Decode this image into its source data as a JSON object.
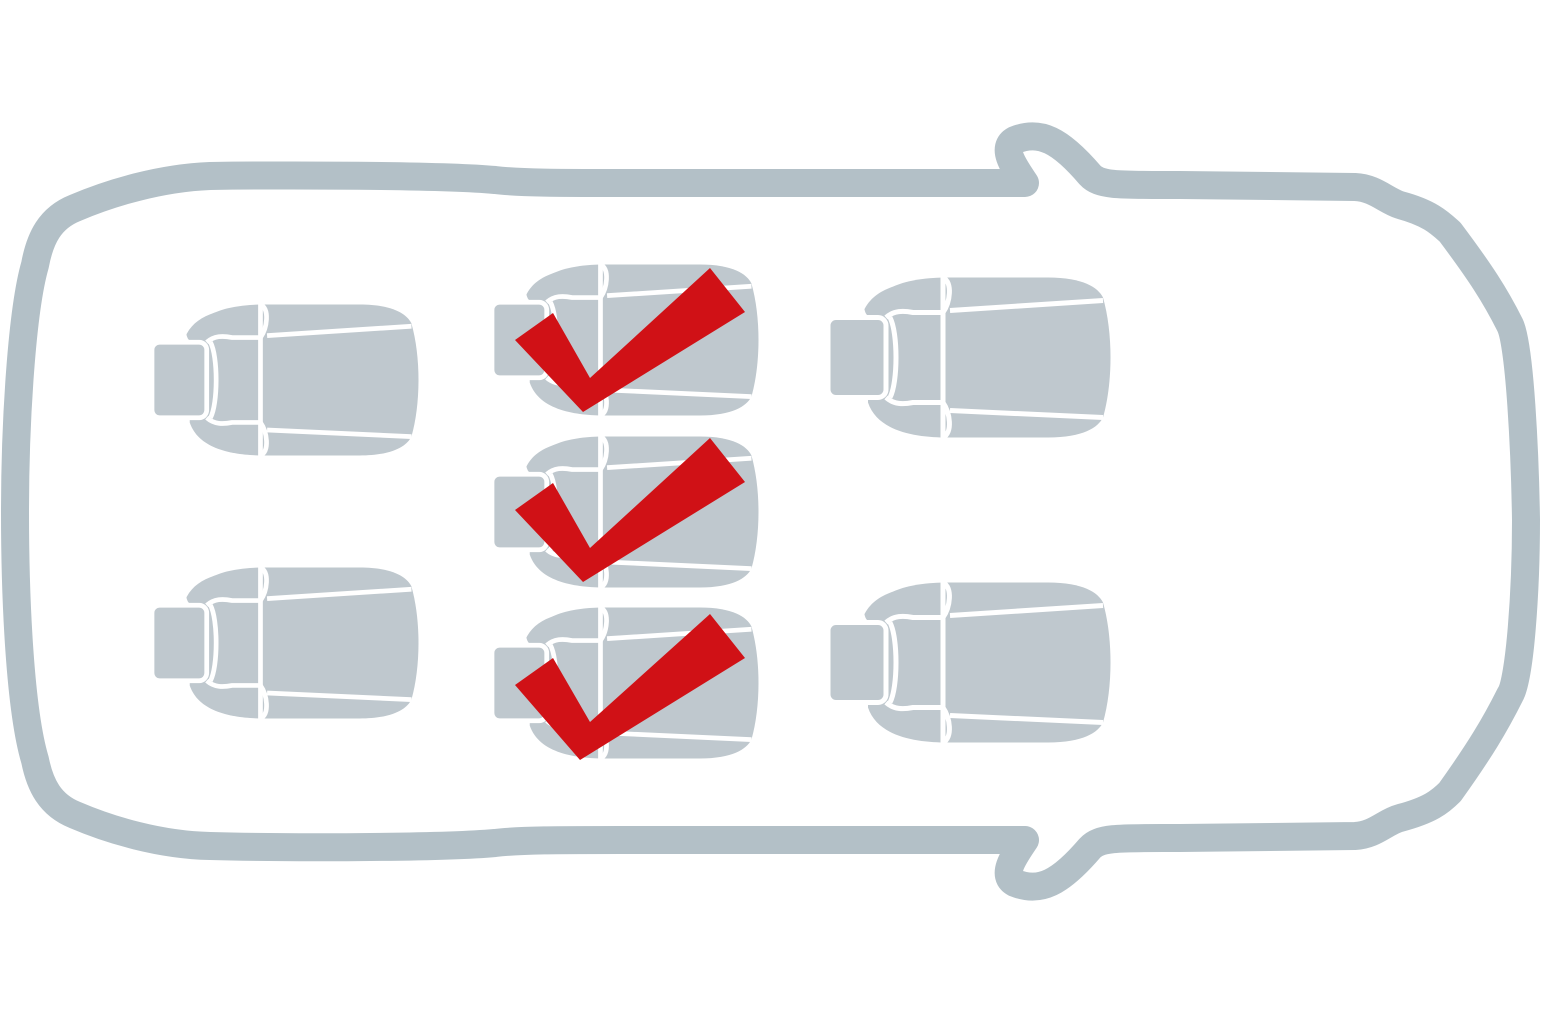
{
  "colors": {
    "background": "#ffffff",
    "car_outline": "#b3c0c7",
    "seat_fill": "#bfc8ce",
    "seat_seams": "#ffffff",
    "checkmark": "#d01116"
  },
  "car": {
    "icon": "car-top-view-icon",
    "orientation": "front-right"
  },
  "seats": [
    {
      "id": "rear-left",
      "row": "rear",
      "position": "left",
      "checked": false
    },
    {
      "id": "rear-right",
      "row": "rear",
      "position": "right",
      "checked": false
    },
    {
      "id": "middle-left",
      "row": "middle",
      "position": "left",
      "checked": true
    },
    {
      "id": "middle-center",
      "row": "middle",
      "position": "center",
      "checked": true
    },
    {
      "id": "middle-right",
      "row": "middle",
      "position": "right",
      "checked": true
    },
    {
      "id": "front-left",
      "row": "front",
      "position": "left",
      "checked": false
    },
    {
      "id": "front-right",
      "row": "front",
      "position": "right",
      "checked": false
    }
  ],
  "icons": {
    "seat": "seat-icon",
    "check": "red-checkmark-icon"
  }
}
